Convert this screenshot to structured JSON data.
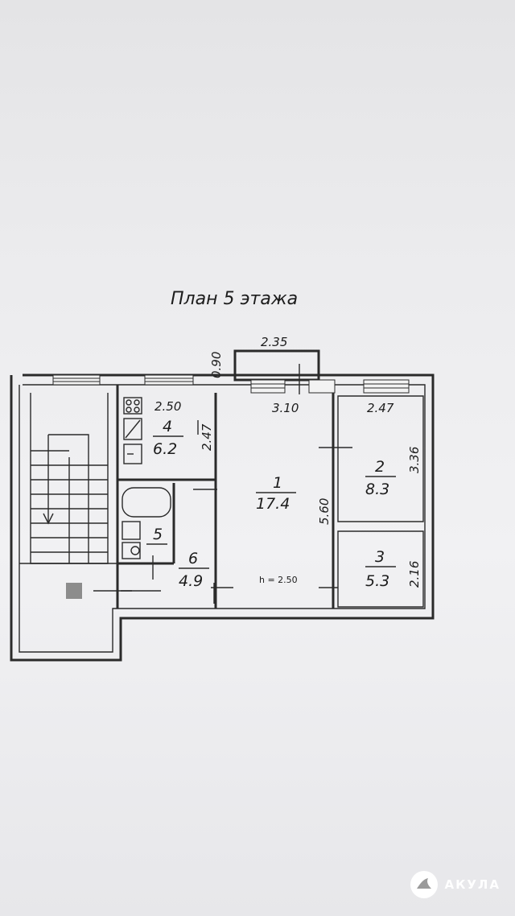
{
  "title": "План 5 этажа",
  "ceiling_height": "h = 2.50",
  "rooms": [
    {
      "number": "1",
      "area": "17.4"
    },
    {
      "number": "2",
      "area": "8.3"
    },
    {
      "number": "3",
      "area": "5.3"
    },
    {
      "number": "4",
      "area": "6.2"
    },
    {
      "number": "5",
      "area": ""
    },
    {
      "number": "6",
      "area": "4.9"
    }
  ],
  "dimensions": {
    "balcony_width": "2.35",
    "balcony_depth": "0.90",
    "room4_width": "2.50",
    "room4_depth": "2.47",
    "room1_width": "3.10",
    "room1_depth": "5.60",
    "room2_width": "2.47",
    "room2_depth": "3.36",
    "room3_depth": "2.16"
  },
  "watermark": "АКУЛА",
  "colors": {
    "line": "#2a2a2a",
    "paper": "#ececee"
  }
}
